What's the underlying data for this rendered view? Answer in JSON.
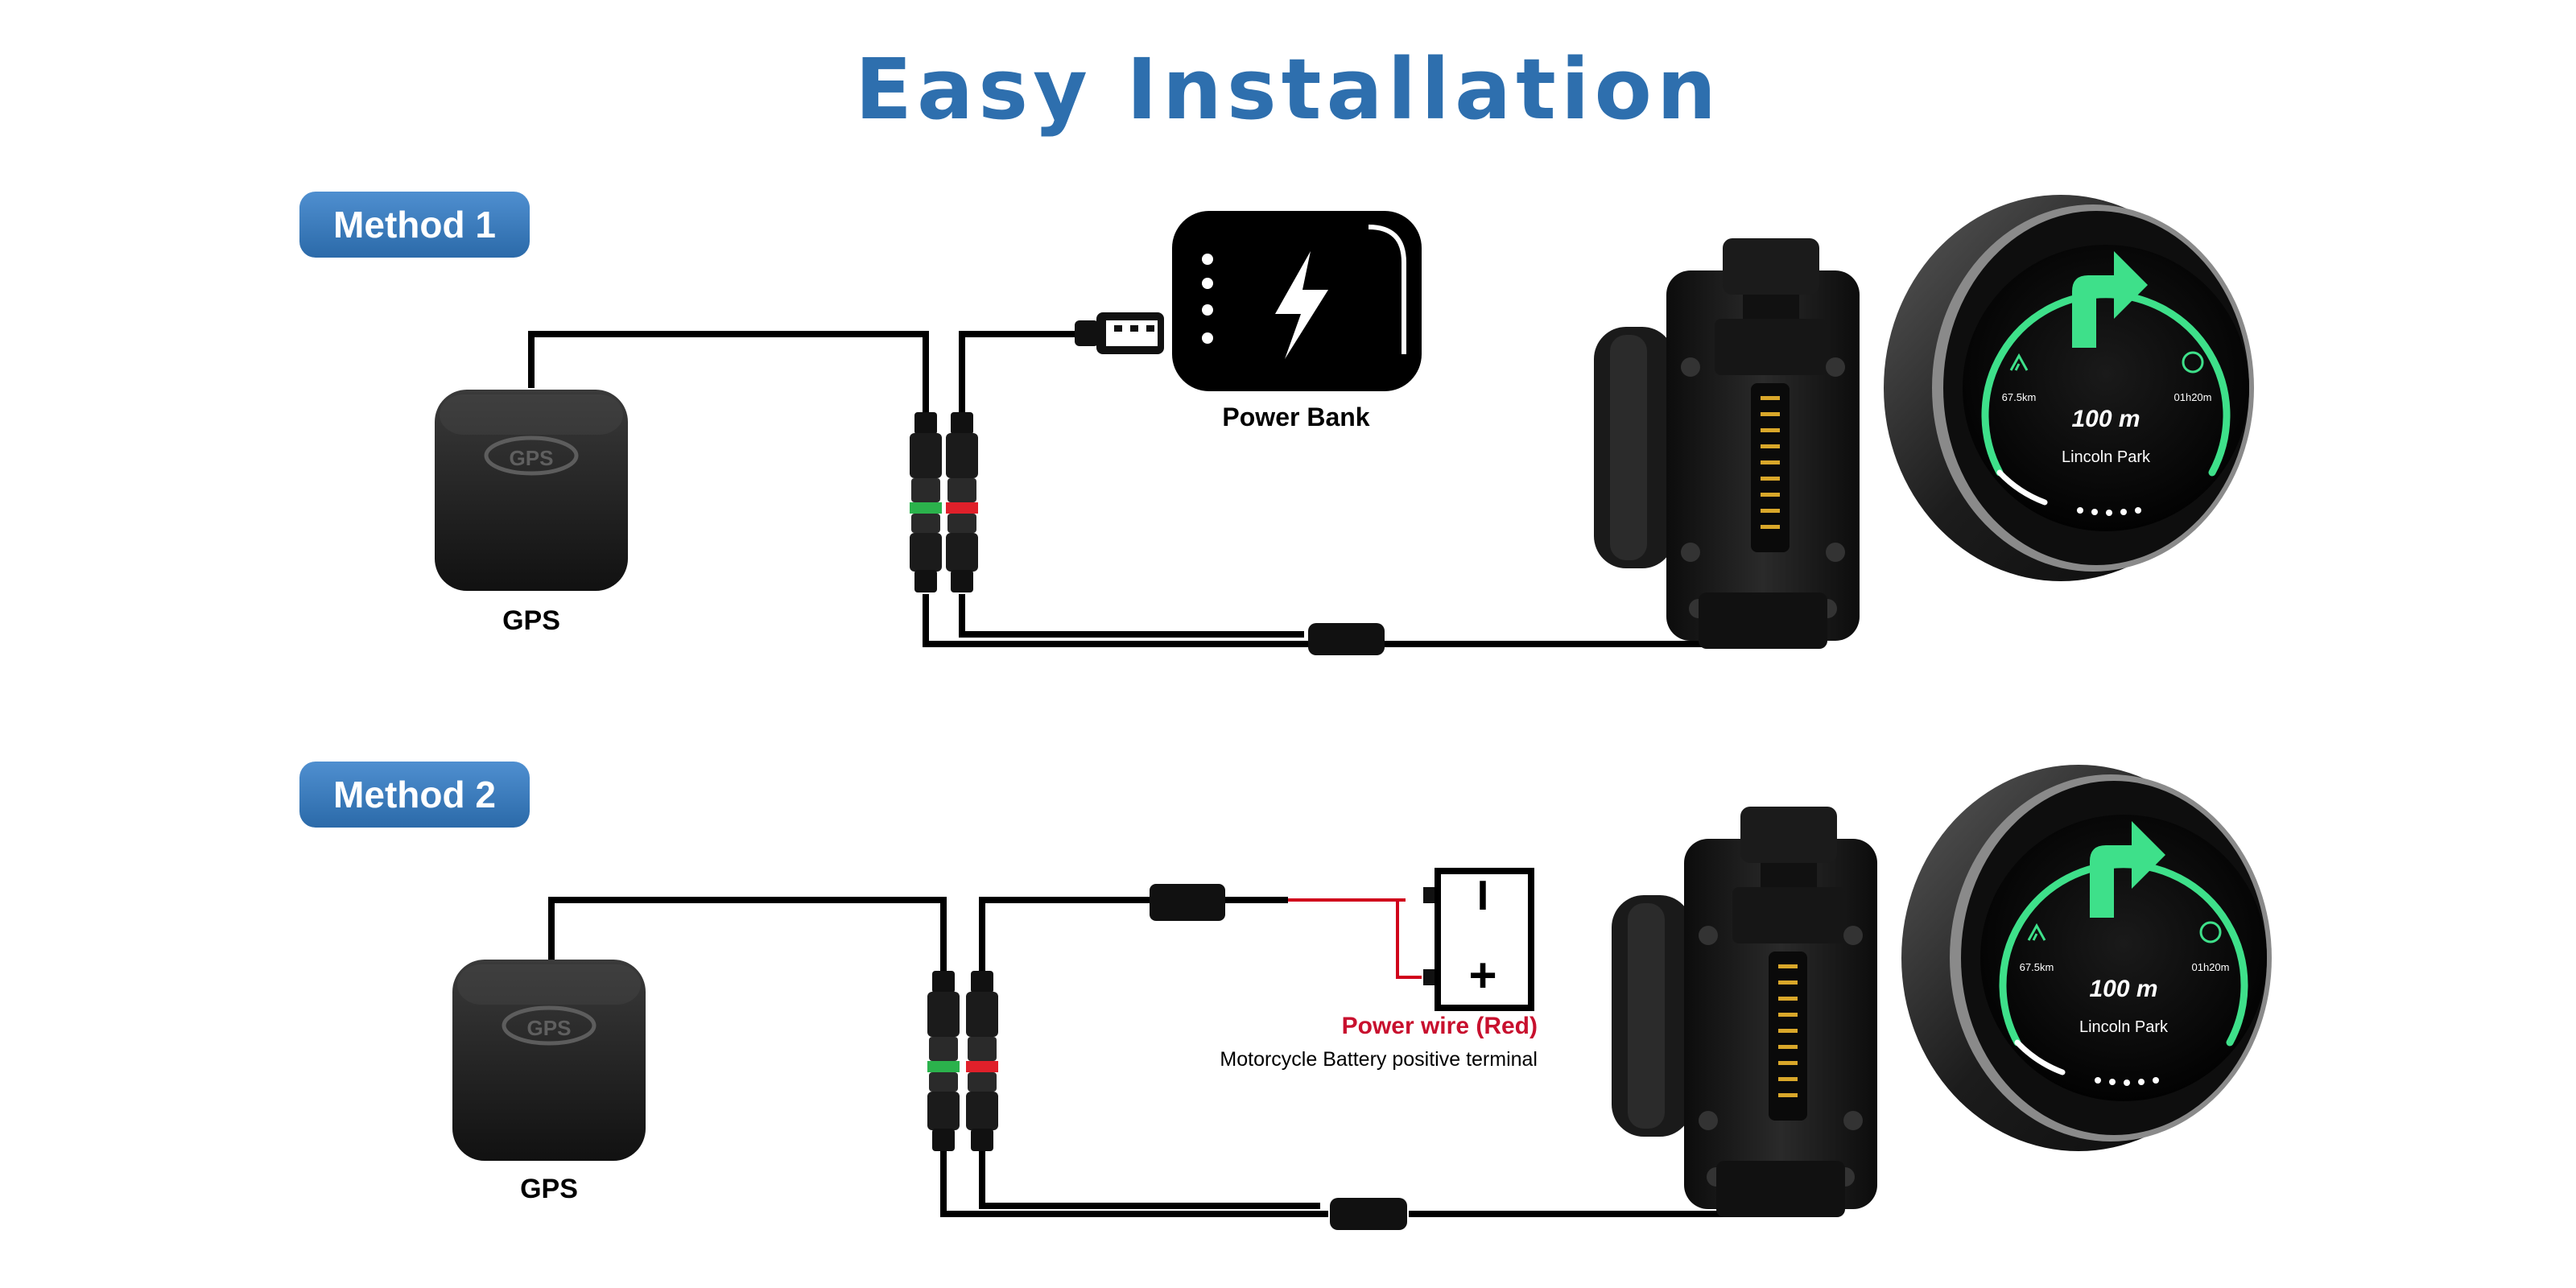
{
  "title": "Easy Installation",
  "methods": [
    {
      "badge": "Method 1",
      "gps_label": "GPS",
      "gps_logo": "GPS",
      "power_label": "Power Bank",
      "display": {
        "distance": "100 m",
        "street": "Lincoln Park",
        "left_stat": "67.5km",
        "right_stat": "01h20m"
      }
    },
    {
      "badge": "Method 2",
      "gps_label": "GPS",
      "gps_logo": "GPS",
      "battery_minus": "I",
      "battery_plus": "+",
      "power_label": "Power wire (Red)",
      "power_sublabel": "Motorcycle Battery positive terminal",
      "display": {
        "distance": "100 m",
        "street": "Lincoln Park",
        "left_stat": "67.5km",
        "right_stat": "01h20m"
      }
    }
  ],
  "colors": {
    "title": "#2e6fae",
    "badge": "#3a7bbd",
    "accent_green": "#3ee08a",
    "wire_red": "#d0021b",
    "connector_green": "#2bb24c",
    "connector_red": "#e0202a"
  }
}
